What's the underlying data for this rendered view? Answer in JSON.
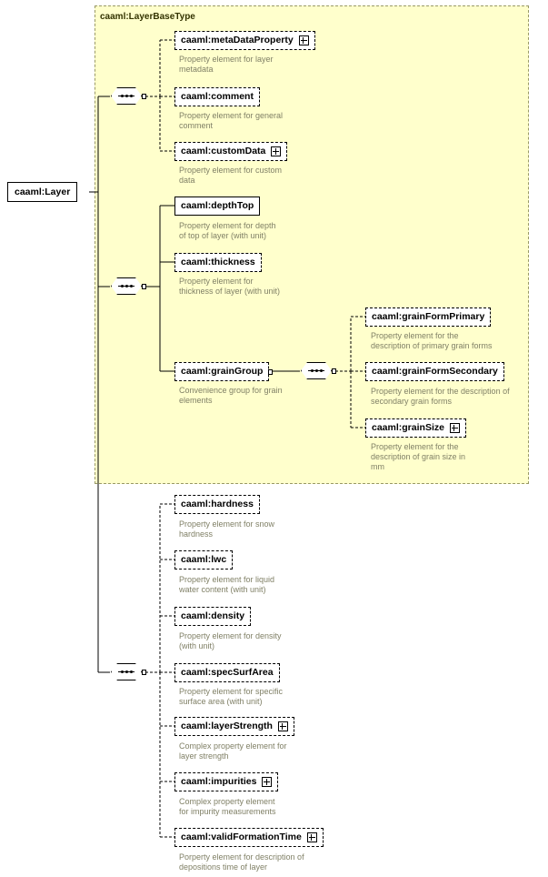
{
  "diagram": {
    "root": {
      "label": "caaml:Layer"
    },
    "group_panel_title": "caaml:LayerBaseType",
    "nodes": [
      {
        "id": "metaDataProperty",
        "label": "caaml:metaDataProperty",
        "desc": "Property element for layer\nmetadata",
        "optional": true,
        "expandable": true
      },
      {
        "id": "comment",
        "label": "caaml:comment",
        "desc": "Property element for general\ncomment",
        "optional": true,
        "expandable": false
      },
      {
        "id": "customData",
        "label": "caaml:customData",
        "desc": "Property element for custom\ndata",
        "optional": true,
        "expandable": true
      },
      {
        "id": "depthTop",
        "label": "caaml:depthTop",
        "desc": "Property element for depth\nof top of layer (with unit)",
        "optional": false,
        "expandable": false
      },
      {
        "id": "thickness",
        "label": "caaml:thickness",
        "desc": "Property element for\nthickness of layer (with unit)",
        "optional": true,
        "expandable": false
      },
      {
        "id": "grainGroup",
        "label": "caaml:grainGroup",
        "desc": "Convenience group for grain\nelements",
        "optional": true,
        "expandable": false
      },
      {
        "id": "grainFormPrimary",
        "label": "caaml:grainFormPrimary",
        "desc": "Property element for the\ndescription of primary grain forms",
        "optional": true,
        "expandable": false
      },
      {
        "id": "grainFormSecondary",
        "label": "caaml:grainFormSecondary",
        "desc": "Property element for the description of\nsecondary grain forms",
        "optional": true,
        "expandable": false
      },
      {
        "id": "grainSize",
        "label": "caaml:grainSize",
        "desc": "Property element for the\ndescription of grain size in\nmm",
        "optional": true,
        "expandable": true
      },
      {
        "id": "hardness",
        "label": "caaml:hardness",
        "desc": "Property element for snow\nhardness",
        "optional": true,
        "expandable": false
      },
      {
        "id": "lwc",
        "label": "caaml:lwc",
        "desc": "Property element for liquid\nwater content (with unit)",
        "optional": true,
        "expandable": false
      },
      {
        "id": "density",
        "label": "caaml:density",
        "desc": "Property element for density\n(with unit)",
        "optional": true,
        "expandable": false
      },
      {
        "id": "specSurfArea",
        "label": "caaml:specSurfArea",
        "desc": "Property element for specific\nsurface area (with unit)",
        "optional": true,
        "expandable": false
      },
      {
        "id": "layerStrength",
        "label": "caaml:layerStrength",
        "desc": "Complex property element for\nlayer strength",
        "optional": true,
        "expandable": true
      },
      {
        "id": "impurities",
        "label": "caaml:impurities",
        "desc": "Complex property element\nfor impurity measurements",
        "optional": true,
        "expandable": true
      },
      {
        "id": "validFormationTime",
        "label": "caaml:validFormationTime",
        "desc": "Porperty element for description of\ndepositions time of layer",
        "optional": true,
        "expandable": true
      }
    ],
    "colors": {
      "group_background": "#ffffcc",
      "group_border": "#999966",
      "box_border": "#000000",
      "description_text": "#808066",
      "group_title_text": "#333300"
    }
  }
}
